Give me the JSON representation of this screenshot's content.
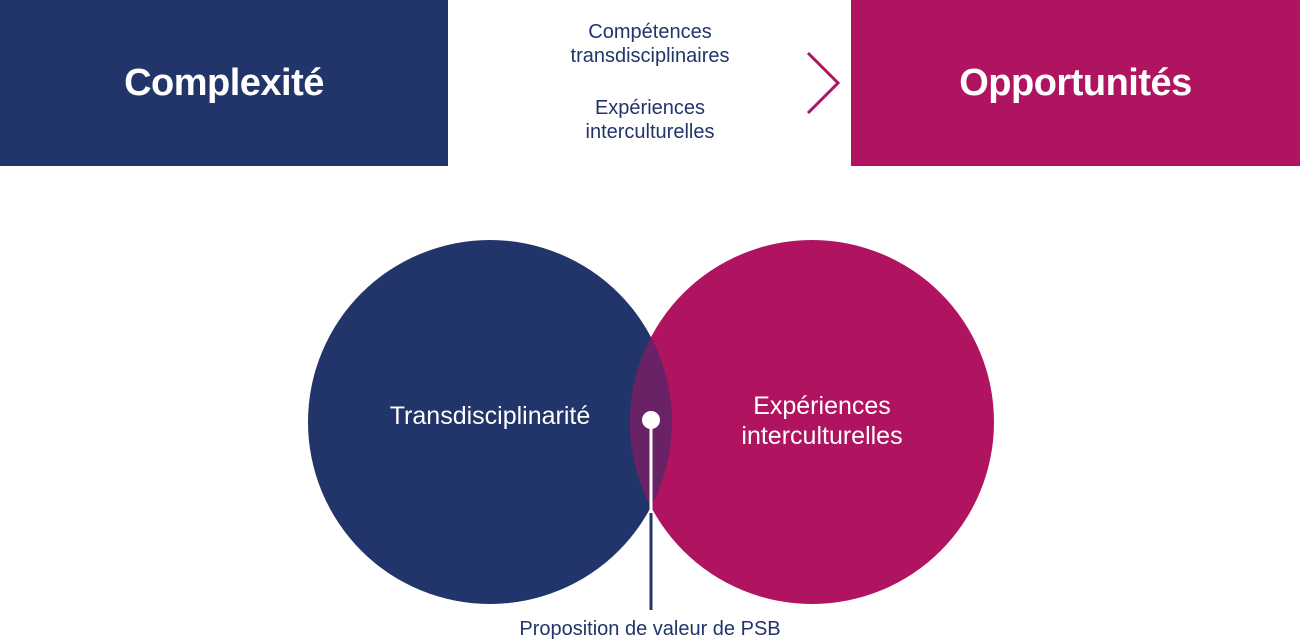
{
  "header": {
    "left_title": "Complexité",
    "right_title": "Opportunités",
    "arrow_top_label": [
      "Compétences",
      "transdisciplinaires"
    ],
    "arrow_bottom_label": [
      "Expériences",
      "interculturelles"
    ]
  },
  "venn": {
    "left_circle_label": "Transdisciplinarité",
    "right_circle_label": [
      "Expériences",
      "interculturelles"
    ],
    "intersection_label": "Proposition de valeur de PSB"
  },
  "colors": {
    "navy": "#22356a",
    "magenta": "#b0135f",
    "overlap": "#6a2266"
  }
}
